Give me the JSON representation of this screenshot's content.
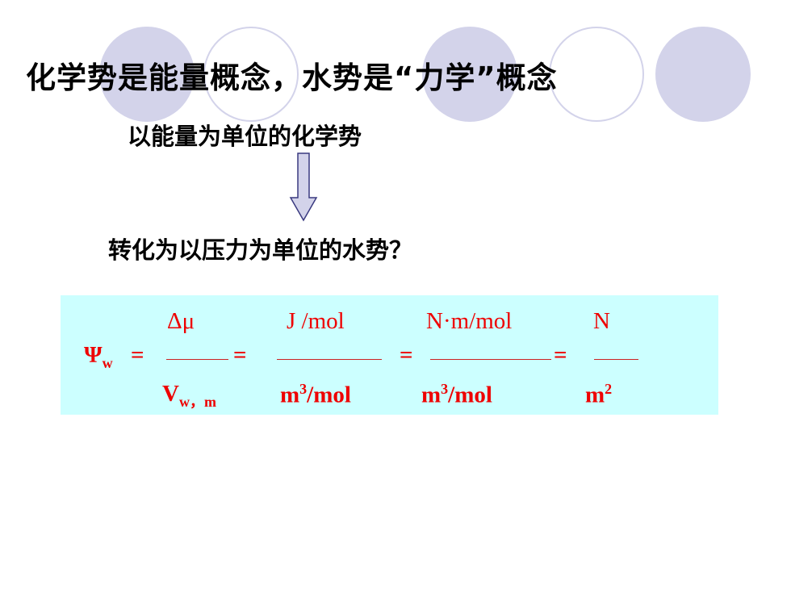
{
  "slide": {
    "title": "化学势是能量概念，水势是“力学”概念",
    "subtitle": "以能量为单位的化学势",
    "question": "转化为以压力为单位的水势？"
  },
  "formula": {
    "psi": "Ψ",
    "psi_sub": "w",
    "eq": "=",
    "num1": "Δμ",
    "den1": "V",
    "den1_sub": "w，m",
    "num2": "J /mol",
    "den2_base": "m",
    "den2_exp": "3",
    "den2_tail": "/mol",
    "num3": "N·m/mol",
    "den3_base": "m",
    "den3_exp": "3",
    "den3_tail": "/mol",
    "num4": "N",
    "den4_base": "m",
    "den4_exp": "2"
  },
  "colors": {
    "circle": "#d3d3ea",
    "formula_background": "#ccffff",
    "formula_text": "#ee0000"
  }
}
